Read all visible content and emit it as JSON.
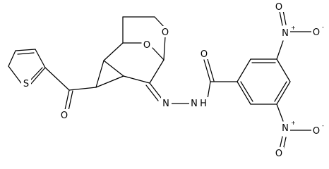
{
  "diagram": {
    "kind": "chemical-structure",
    "atoms": {
      "s1": "S",
      "o_ketone": "O",
      "o_bridge1": "O",
      "o_bridge2": "O",
      "n_imine": "N",
      "n_hydrazide": "N",
      "h_hydrazide": "H",
      "o_amide": "O",
      "n_nitro_top": "N",
      "n_nitro_top_charge": "+",
      "o_nitro_top_dbl": "O",
      "o_nitro_top_neg": "O",
      "o_nitro_top_charge": "-",
      "n_nitro_bot": "N",
      "n_nitro_bot_charge": "+",
      "o_nitro_bot_dbl": "O",
      "o_nitro_bot_neg": "O",
      "o_nitro_bot_charge": "-"
    }
  }
}
